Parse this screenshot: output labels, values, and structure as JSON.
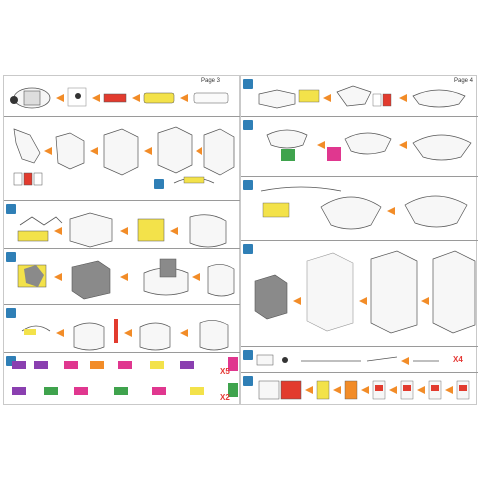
{
  "pages": [
    {
      "label": "Page 3"
    },
    {
      "label": "Page 4"
    }
  ],
  "multipliers": {
    "left_row_5": "X5",
    "left_row_6": "X2",
    "right_row_5": "X4"
  },
  "colors": {
    "arrow": "#f28c28",
    "step_badge": "#2f7fb6",
    "part_yellow": "#f3e24a",
    "part_red": "#e23b2e",
    "part_pink": "#e0378f",
    "part_green": "#3fa34d",
    "part_purple": "#8a3fb0",
    "part_gray": "#8a8a8a",
    "multiplier": "#e53935"
  },
  "icons": [
    "arrow-icon",
    "step-badge-icon",
    "piece-icon",
    "figure-icon"
  ]
}
